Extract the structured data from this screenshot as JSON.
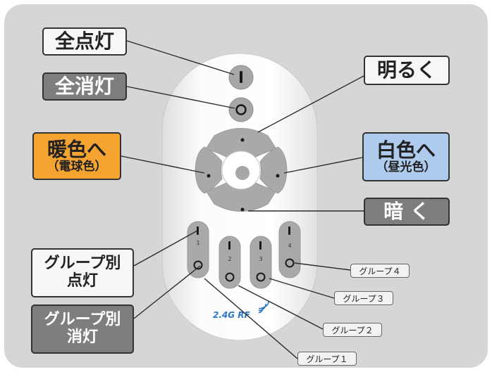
{
  "labels": {
    "all_on": "全点灯",
    "all_off": "全消灯",
    "brighter": "明るく",
    "darker": "暗 く",
    "warm": {
      "main": "暖色へ",
      "sub": "（電球色）"
    },
    "cool": {
      "main": "白色へ",
      "sub": "（昼光色）"
    },
    "group_on": {
      "line1": "グループ別",
      "line2": "点灯"
    },
    "group_off": {
      "line1": "グループ別",
      "line2": "消灯"
    }
  },
  "group_tags": {
    "g4": "グループ４",
    "g3": "グループ３",
    "g2": "グループ２",
    "g1": "グループ１"
  },
  "remote": {
    "group_numbers": [
      "1",
      "2",
      "3",
      "4"
    ],
    "brand": "2.4G RF"
  },
  "colors": {
    "background": "#d6d6d6",
    "remote_body": "#ffffff",
    "button_gray": "#a9a9a9",
    "warm_label": "#f5a431",
    "cool_label": "#aecbed",
    "gray_label": "#7e7e7e",
    "brand_blue": "#2a76c6"
  },
  "icons": [
    "power-on-icon",
    "power-off-icon",
    "dot-icon",
    "signal-icon"
  ]
}
